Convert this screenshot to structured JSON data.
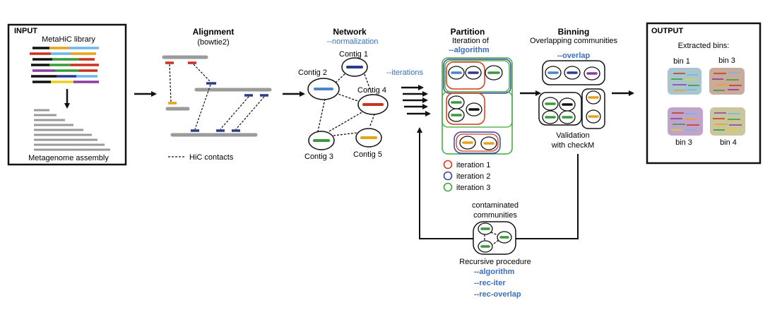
{
  "input": {
    "title": "INPUT",
    "library": "MetaHiC library",
    "assembly": "Metagenome assembly"
  },
  "alignment": {
    "title": "Alignment",
    "subtitle": "(bowtie2)",
    "legend": "HiC contacts"
  },
  "network": {
    "title": "Network",
    "param": "--normalization",
    "contigs": [
      "Contig 1",
      "Contig 2",
      "Contig 3",
      "Contig 4",
      "Contig 5"
    ],
    "iterations_param": "--iterations"
  },
  "partition": {
    "title": "Partition",
    "subtitle": "Iteration of",
    "param": "--algorithm",
    "legend": [
      {
        "label": "iteration 1",
        "color": "#d63a1e"
      },
      {
        "label": "iteration 2",
        "color": "#3a45a0"
      },
      {
        "label": "iteration 3",
        "color": "#3aa83a"
      }
    ]
  },
  "binning": {
    "title": "Binning",
    "subtitle": "Overlapping communities",
    "param": "--overlap",
    "validation_line1": "Validation",
    "validation_line2": "with checkM"
  },
  "output": {
    "title": "OUTPUT",
    "extracted": "Extracted bins:",
    "bins": [
      "bin 1",
      "bin 3",
      "bin 3",
      "bin 4"
    ]
  },
  "recursive": {
    "contaminated1": "contaminated",
    "contaminated2": "communities",
    "label": "Recursive procedure",
    "params": [
      "--algorithm",
      "--rec-iter",
      "--rec-overlap"
    ]
  },
  "colors": {
    "accent": "#3a6fc0",
    "red": "#c8321e",
    "navy": "#2e3a8c",
    "green": "#3a9a3a",
    "orange": "#e8a21a",
    "purple": "#8a3aa0",
    "blue": "#4a86c8",
    "grey": "#9a9a9a"
  }
}
